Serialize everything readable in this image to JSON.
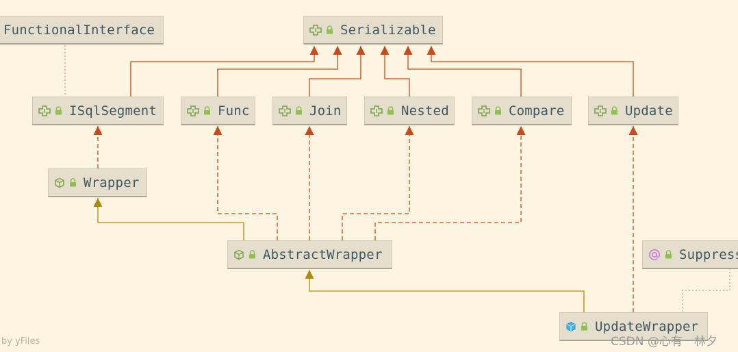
{
  "nodes": {
    "functional_interface": {
      "label": "FunctionalInterface",
      "icon": "none"
    },
    "serializable": {
      "label": "Serializable",
      "icon": "interface-icon"
    },
    "isqlsegment": {
      "label": "ISqlSegment",
      "icon": "interface-icon"
    },
    "func": {
      "label": "Func",
      "icon": "interface-icon"
    },
    "join": {
      "label": "Join",
      "icon": "interface-icon"
    },
    "nested": {
      "label": "Nested",
      "icon": "interface-icon"
    },
    "compare": {
      "label": "Compare",
      "icon": "interface-icon"
    },
    "update": {
      "label": "Update",
      "icon": "interface-icon"
    },
    "wrapper": {
      "label": "Wrapper",
      "icon": "abstract-class-icon"
    },
    "abstract_wrapper": {
      "label": "AbstractWrapper",
      "icon": "abstract-class-icon"
    },
    "suppress": {
      "label": "Suppress",
      "icon": "annotation-icon"
    },
    "update_wrapper": {
      "label": "UpdateWrapper",
      "icon": "class-icon"
    }
  },
  "footer": {
    "layout_credit": "by yFiles",
    "watermark": "CSDN @心有一林夕"
  },
  "colors": {
    "background": "#fdf4e2",
    "node_fill": "#e6decc",
    "interface_edge": "#c94a1e",
    "extends_edge": "#b08a0a",
    "annotation_edge": "#e07a6a",
    "node_text": "#3f5862"
  }
}
